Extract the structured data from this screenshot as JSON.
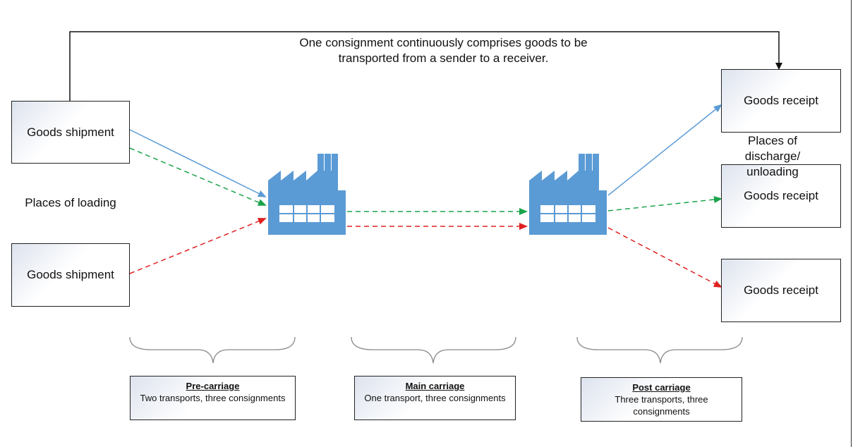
{
  "header_text": "One consignment continuously comprises goods to be transported from a sender to a receiver.",
  "places_loading": "Places of loading",
  "places_discharge": "Places of discharge/ unloading",
  "shipments": [
    {
      "label": "Goods shipment"
    },
    {
      "label": "Goods shipment"
    }
  ],
  "receipts": [
    {
      "label": "Goods receipt"
    },
    {
      "label": "Goods receipt"
    },
    {
      "label": "Goods receipt"
    }
  ],
  "stages": [
    {
      "title": "Pre-carriage",
      "desc": "Two transports, three consignments"
    },
    {
      "title": "Main carriage",
      "desc": "One transport, three consignments"
    },
    {
      "title": "Post carriage",
      "desc": "Three transports, three consignments"
    }
  ],
  "colors": {
    "blue_flow": "#5b9bd5",
    "green_flow": "#1aa34a",
    "red_flow": "#e02020",
    "factory": "#5b9bd5"
  },
  "icons": [
    "factory-icon",
    "factory-icon"
  ]
}
